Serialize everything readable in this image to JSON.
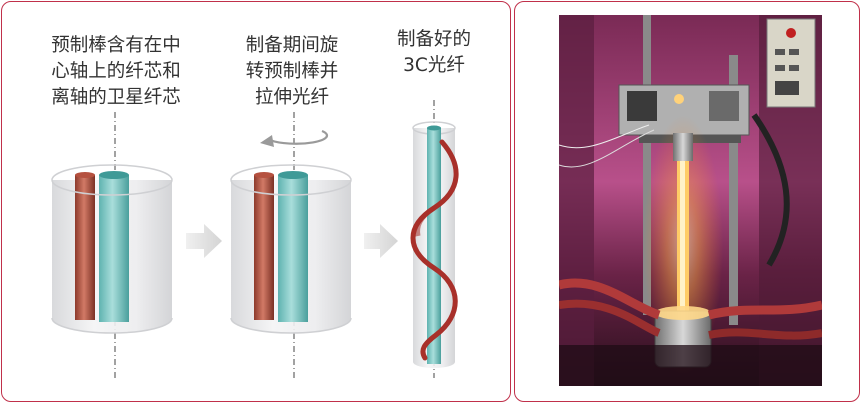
{
  "steps": [
    {
      "lines": [
        "预制棒含有在中",
        "心轴上的纤芯和",
        "离轴的卫星纤芯"
      ]
    },
    {
      "lines": [
        "制备期间旋",
        "转预制棒并",
        "拉伸光纤"
      ]
    },
    {
      "lines": [
        "制备好的",
        "3C光纤"
      ]
    }
  ],
  "colors": {
    "frame": "#c0304a",
    "core_center": "#7ac9c6",
    "core_satellite": "#b5513f",
    "cladding": "#e9e9eb",
    "arrow": "#e0e0e0"
  },
  "icons": [
    "rotation-arrow-icon",
    "process-arrow-icon"
  ]
}
